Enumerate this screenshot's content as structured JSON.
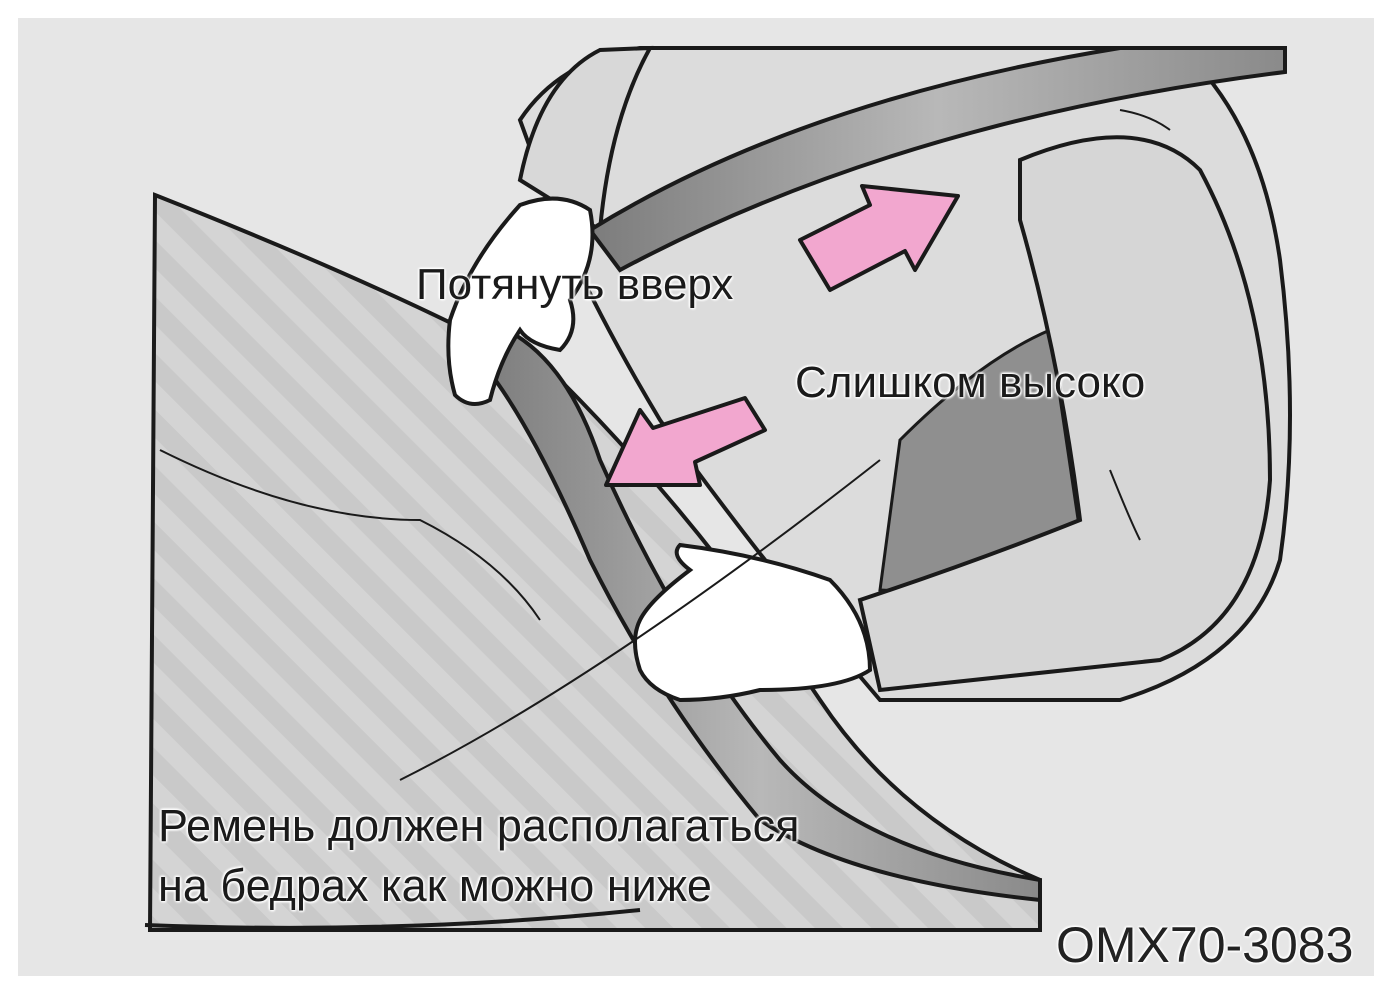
{
  "labels": {
    "pull_up": "Потянуть вверх",
    "too_high": "Слишком высоко",
    "lap_line1": "Ремень должен располагаться",
    "lap_line2": "на бедрах как можно ниже"
  },
  "figure_code": "OMX70-3083",
  "colors": {
    "background": "#e6e6e6",
    "arrow": "#f2a7cf",
    "outline": "#1a1a1a",
    "belt": "#9a9a9a"
  },
  "icons": {
    "arrow_up": "pink-arrow-up-right",
    "arrow_down": "pink-arrow-down-left"
  }
}
